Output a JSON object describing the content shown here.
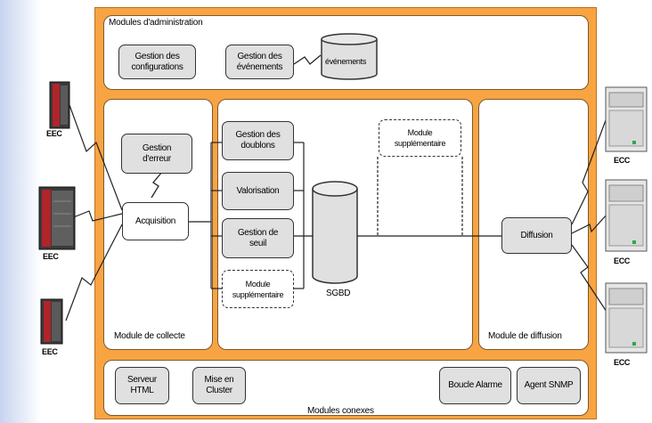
{
  "admin_title": "Modules d'administration",
  "collecte_title": "Module de collecte",
  "diffusion_title": "Module de diffusion",
  "conn_title": "Modules conexes",
  "boxes": {
    "gestion_config": "Gestion des configurations",
    "gestion_events": "Gestion des événements",
    "events_db": "événements",
    "gestion_erreur": "Gestion d'erreur",
    "acquisition": "Acquisition",
    "gestion_doublons": "Gestion des doublons",
    "valorisation": "Valorisation",
    "gestion_seuil": "Gestion de seuil",
    "module_supp_left": "Module supplémentaire",
    "module_supp_top": "Module supplémentaire",
    "sgbd": "SGBD",
    "diffusion": "Diffusion",
    "serveur_html": "Serveur HTML",
    "mise_cluster": "Mise en Cluster",
    "boucle_alarme": "Boucle Alarme",
    "agent_snmp": "Agent SNMP"
  },
  "eec_labels": [
    "EEC",
    "EEC",
    "EEC"
  ],
  "ecc_labels": [
    "ECC",
    "ECC",
    "ECC"
  ]
}
